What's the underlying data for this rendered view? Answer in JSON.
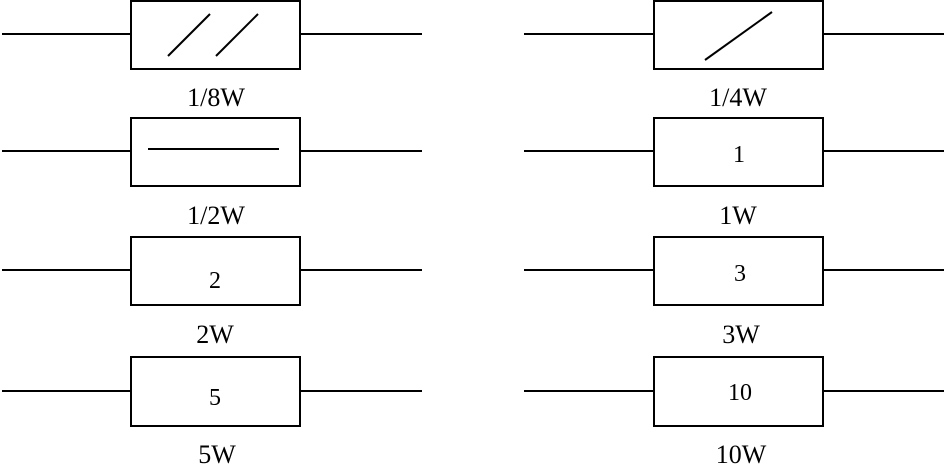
{
  "resistor_power_symbols": [
    {
      "marking": "double-slash",
      "inner_text": "",
      "caption": "1/8W"
    },
    {
      "marking": "single-slash",
      "inner_text": "",
      "caption": "1/4W"
    },
    {
      "marking": "horizontal-bar",
      "inner_text": "",
      "caption": "1/2W"
    },
    {
      "marking": "numeral",
      "inner_text": "1",
      "caption": "1W"
    },
    {
      "marking": "numeral",
      "inner_text": "2",
      "caption": "2W"
    },
    {
      "marking": "numeral",
      "inner_text": "3",
      "caption": "3W"
    },
    {
      "marking": "numeral",
      "inner_text": "5",
      "caption": "5W"
    },
    {
      "marking": "numeral",
      "inner_text": "10",
      "caption": "10W"
    }
  ]
}
